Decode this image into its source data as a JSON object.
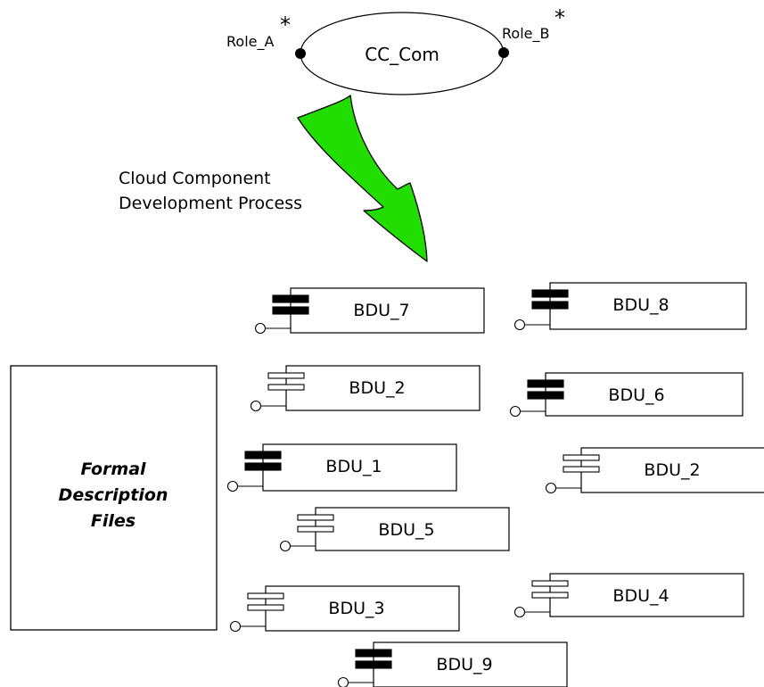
{
  "collaboration": {
    "name": "CC_Com",
    "role_a": "Role_A",
    "role_b": "Role_B",
    "multiplicity_a": "*",
    "multiplicity_b": "*"
  },
  "process": {
    "line1": "Cloud Component",
    "line2": "Development Process",
    "arrow_color": "#22dd00"
  },
  "file_box": {
    "line1": "Formal",
    "line2": "Description",
    "line3": "Files"
  },
  "components": [
    {
      "label": "BDU_7",
      "icon": "filled-component-icon"
    },
    {
      "label": "BDU_8",
      "icon": "filled-component-icon"
    },
    {
      "label": "BDU_2",
      "icon": "outline-component-icon"
    },
    {
      "label": "BDU_6",
      "icon": "filled-component-icon"
    },
    {
      "label": "BDU_1",
      "icon": "filled-component-icon"
    },
    {
      "label": "BDU_2",
      "icon": "outline-component-icon"
    },
    {
      "label": "BDU_5",
      "icon": "outline-component-icon"
    },
    {
      "label": "BDU_3",
      "icon": "outline-component-icon"
    },
    {
      "label": "BDU_4",
      "icon": "outline-component-icon"
    },
    {
      "label": "BDU_9",
      "icon": "filled-component-icon"
    }
  ]
}
